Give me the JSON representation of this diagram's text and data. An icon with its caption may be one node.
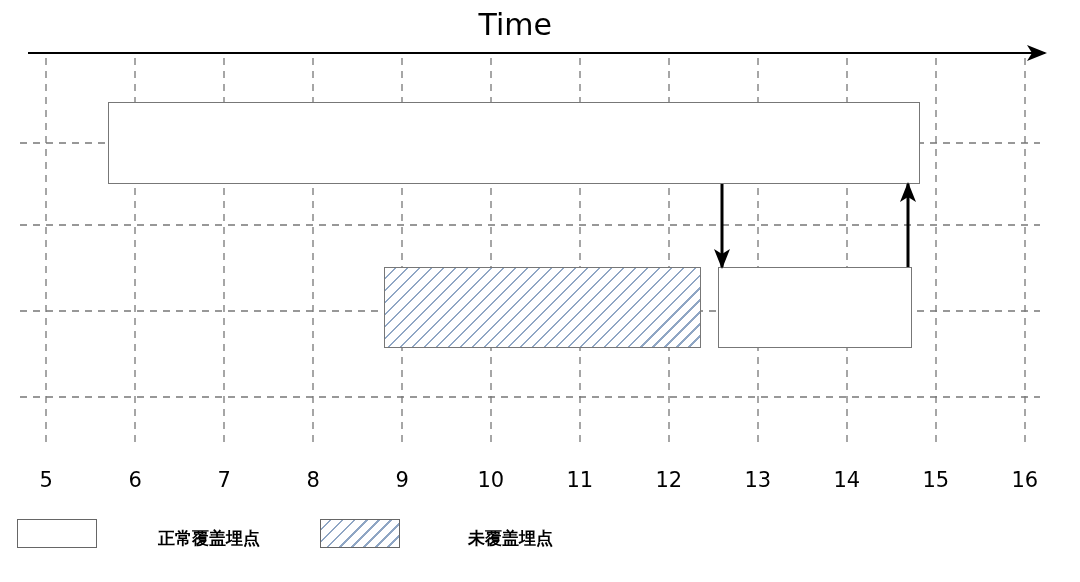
{
  "diagram": {
    "title": "Time",
    "nodes": [
      {
        "text": [],
        "shape": "box"
      },
      {
        "text": [],
        "shape": "box"
      },
      {
        "text": [],
        "shape": "box"
      }
    ],
    "edges": [
      {
        "from": 0,
        "to": 2,
        "arrow": "to"
      },
      {
        "from": 2,
        "to": 0,
        "arrow": "to"
      }
    ],
    "labels": [
      "5",
      "6",
      "7",
      "8",
      "9",
      "10",
      "11",
      "12",
      "13",
      "14",
      "15",
      "16"
    ],
    "legend": [
      {
        "text": "正常覆盖埋点",
        "color": "#ffffff"
      },
      {
        "text": "未覆盖埋点"
      }
    ]
  }
}
